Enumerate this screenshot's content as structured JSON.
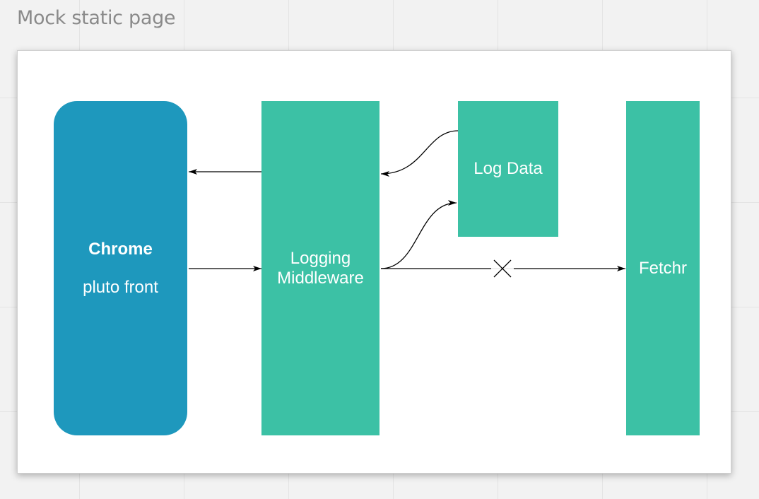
{
  "page_title": "Mock static page",
  "diagram": {
    "nodes": {
      "chrome": {
        "title": "Chrome",
        "subtitle": "pluto front"
      },
      "logging": {
        "line1": "Logging",
        "line2": "Middleware"
      },
      "log_data": {
        "label": "Log Data"
      },
      "fetchr": {
        "label": "Fetchr"
      }
    },
    "edges": [
      {
        "from": "Logging Middleware",
        "to": "Chrome"
      },
      {
        "from": "Chrome",
        "to": "Logging Middleware"
      },
      {
        "from": "Log Data",
        "to": "Logging Middleware"
      },
      {
        "from": "Logging Middleware",
        "to": "Log Data"
      },
      {
        "from": "Logging Middleware",
        "to": "Fetchr",
        "blocked": true
      }
    ],
    "colors": {
      "chrome": "#1e98bd",
      "teal": "#3cc1a5",
      "edge": "#000000"
    }
  }
}
